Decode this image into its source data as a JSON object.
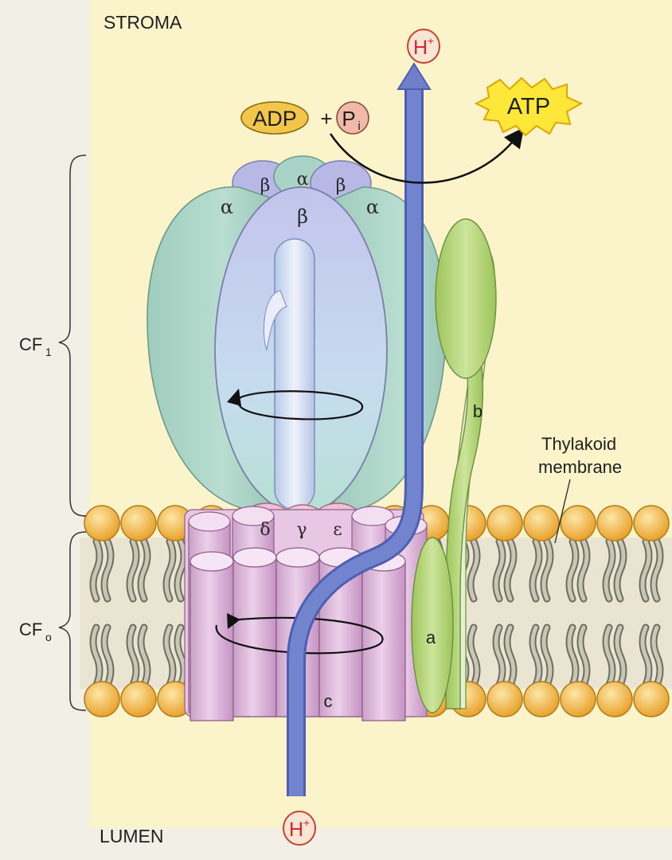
{
  "labels": {
    "stroma": "STROMA",
    "lumen": "LUMEN",
    "cf1": "CF",
    "cf1_sub": "1",
    "cfo": "CF",
    "cfo_sub": "o",
    "thylakoid_line1": "Thylakoid",
    "thylakoid_line2": "membrane",
    "adp": "ADP",
    "plus": "+",
    "pi": "P",
    "pi_sub": "i",
    "atp": "ATP",
    "h_plus_top": "H",
    "h_plus_bottom": "H",
    "h_sup": "+",
    "subunit_a": "a",
    "subunit_b": "b",
    "subunit_c": "c"
  },
  "greek": {
    "alpha": "α",
    "beta": "β",
    "gamma": "γ",
    "delta": "δ",
    "epsilon": "ε"
  },
  "colors": {
    "background": "#f4f1e8",
    "yellow_panel": "#fbf3c9",
    "alpha_fill": "#a9d3c6",
    "beta_fill": "#b6b7e6",
    "cf_o_fill": "#d9a9d4",
    "stalk_green": "#a9cf63",
    "arrow_blue": "#6f80c9",
    "lipid_head": "#f1b43a",
    "adp_fill": "#f2c64a",
    "pi_fill": "#f0b9a8",
    "atp_fill": "#fdea3a",
    "h_fill": "#f8e5d3",
    "h_text": "#d8262c"
  }
}
